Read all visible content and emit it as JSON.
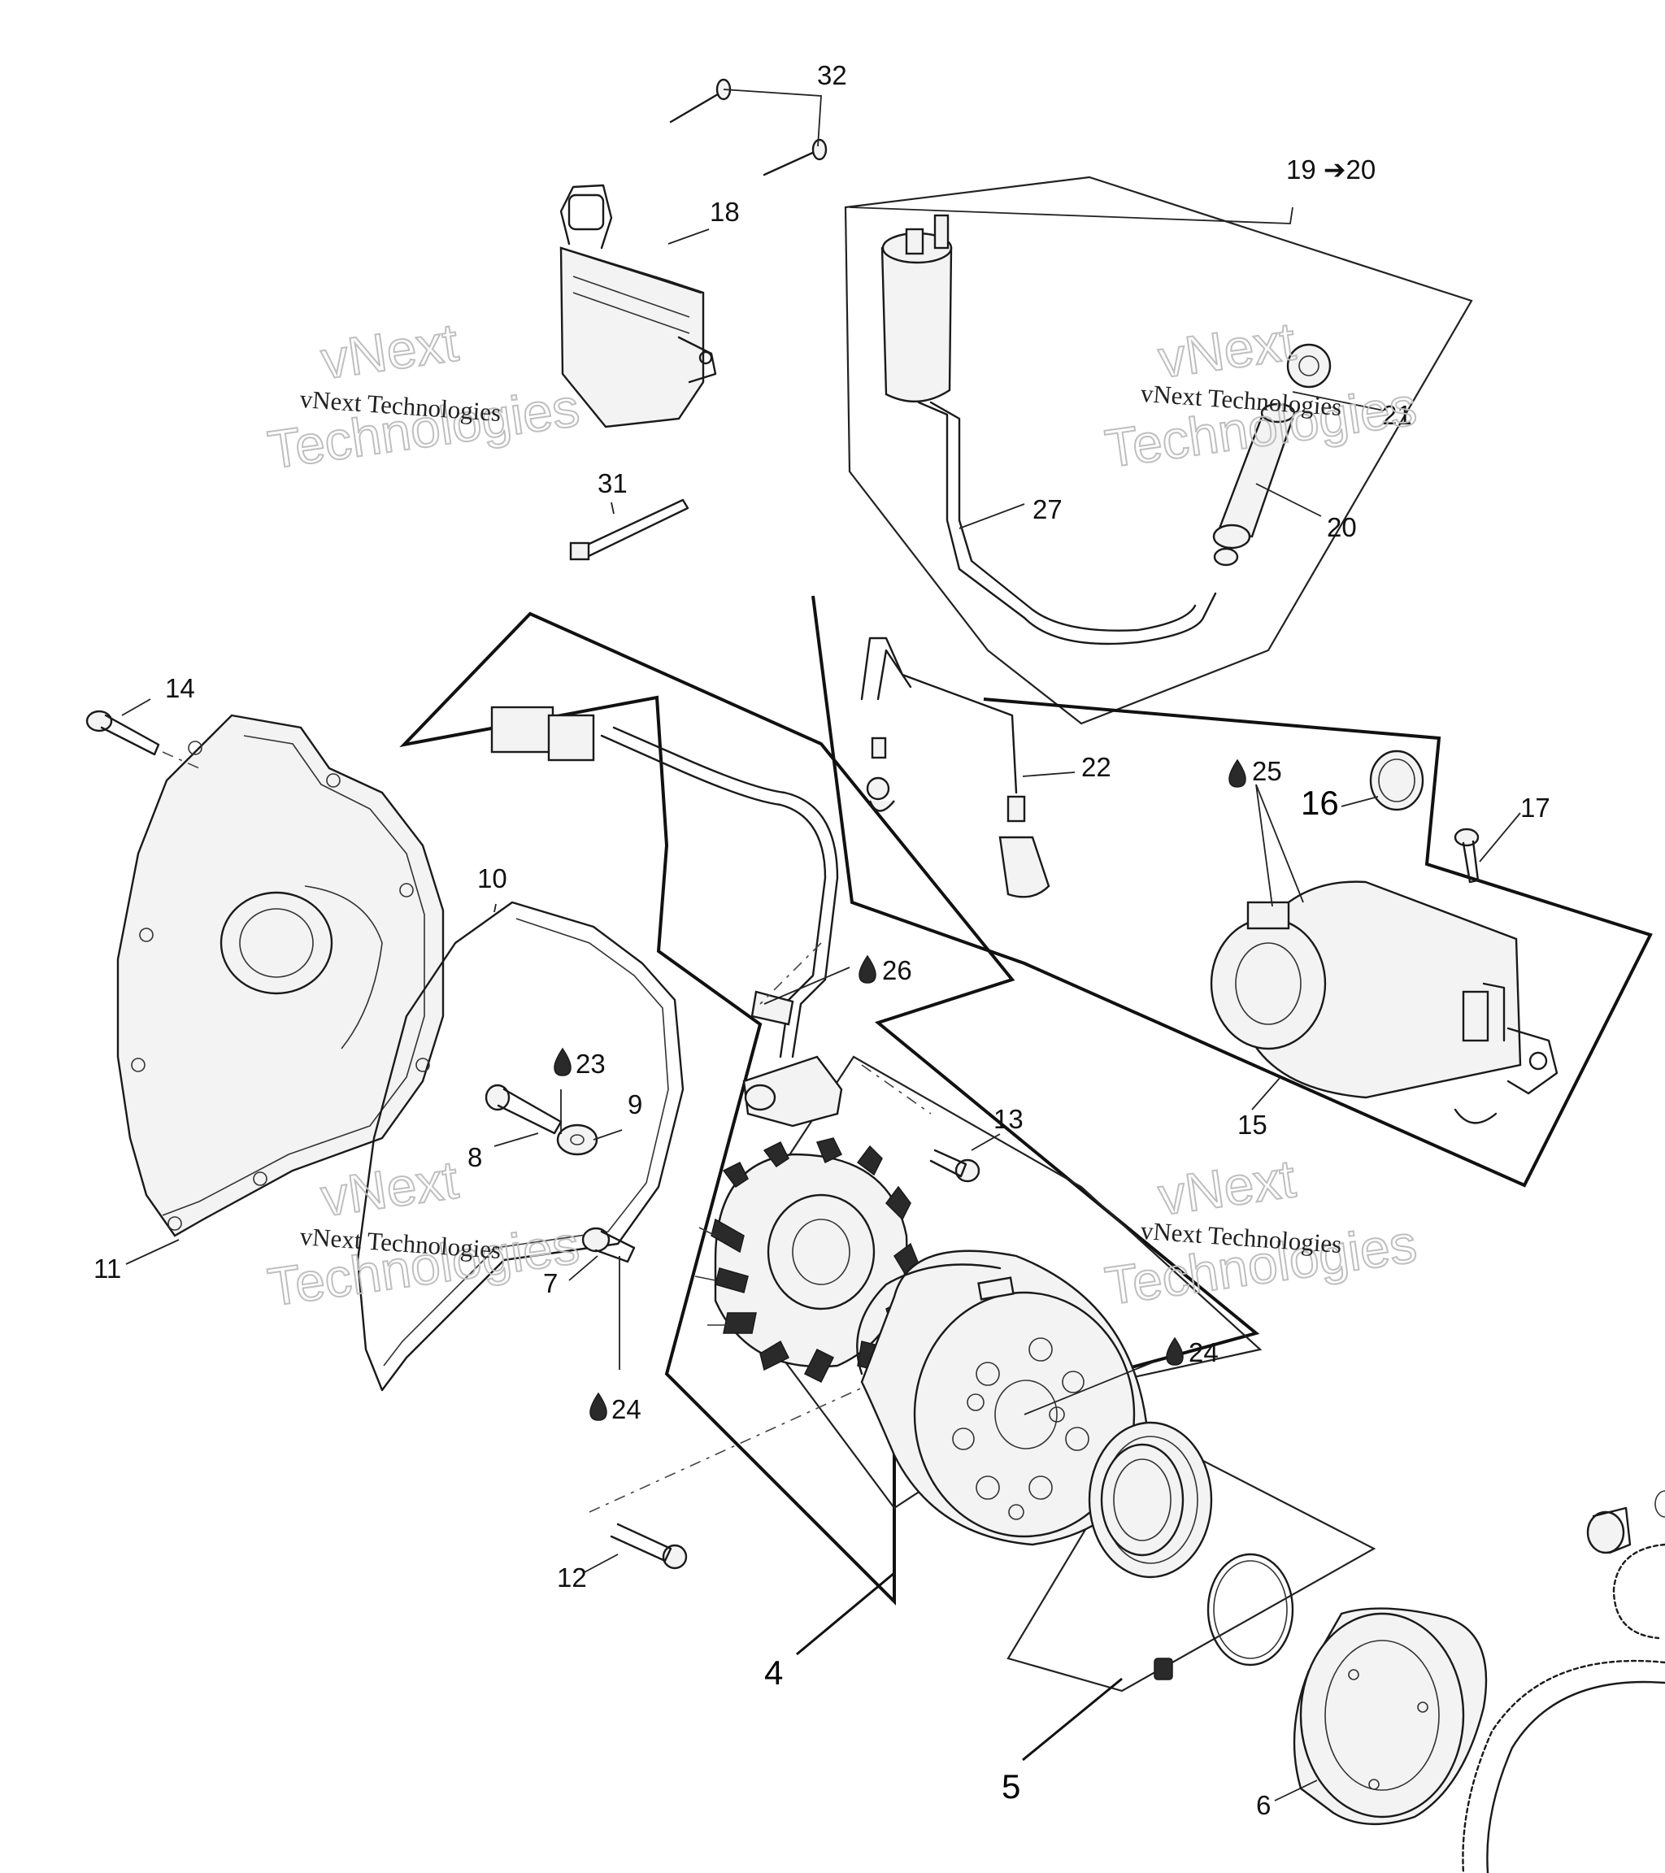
{
  "watermark": {
    "line": "vNext Technologies",
    "ghost_top": "vNext",
    "ghost_bottom": "Technologies"
  },
  "callouts": {
    "c32": "32",
    "c18": "18",
    "c19_20": "19 ➔20",
    "c21": "21",
    "c20": "20",
    "c31": "31",
    "c27": "27",
    "c22": "22",
    "c25": "25",
    "c16": "16",
    "c17": "17",
    "c14": "14",
    "c10": "10",
    "c26": "26",
    "c23": "23",
    "c9": "9",
    "c8": "8",
    "c13": "13",
    "c15": "15",
    "c11": "11",
    "c7": "7",
    "c24a": "24",
    "c24b": "24",
    "c12": "12",
    "c4": "4",
    "c5": "5",
    "c6": "6"
  },
  "icons": {
    "oil_drop": "oil-drop-icon"
  }
}
